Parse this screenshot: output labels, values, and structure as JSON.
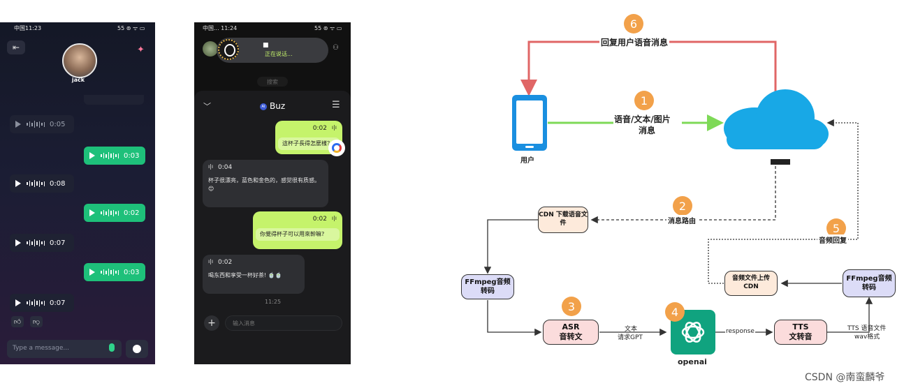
{
  "phone1": {
    "status_time": "中国11:23",
    "status_right": "55 ⊚ ᯤ ▭",
    "contact_name": "jack",
    "messages": [
      {
        "side": "left",
        "duration": "0:05",
        "dim": true
      },
      {
        "side": "right",
        "duration": "0:03"
      },
      {
        "side": "left",
        "duration": "0:08"
      },
      {
        "side": "right",
        "duration": "0:02"
      },
      {
        "side": "left",
        "duration": "0:07"
      },
      {
        "side": "right",
        "duration": "0:03"
      },
      {
        "side": "left",
        "duration": "0:07"
      }
    ],
    "input_placeholder": "Type a message..."
  },
  "phone2": {
    "status_time": "中国... 11:24",
    "status_right": "55 ⊚ ᯤ ▭",
    "speaking_text": "正在说话...",
    "search_text": "搜索",
    "title": "Buz",
    "ai_badge": "AI",
    "messages": [
      {
        "side": "right",
        "duration": "0:02",
        "text": "這杯子長得怎麼樣？"
      },
      {
        "side": "left",
        "duration": "0:04",
        "text": "杯子很漂亮，蓝色和金色的，感觉很有质感。😊"
      },
      {
        "side": "right",
        "duration": "0:02",
        "text": "你覺得杯子可以用來幹嘛?"
      },
      {
        "side": "left",
        "duration": "0:02",
        "text": "喝东西和享受一杯好茶! 🍵🍵"
      }
    ],
    "timestamp": "11:25",
    "input_placeholder": "输入消息"
  },
  "diagram": {
    "user_label": "用户",
    "step1_label_line1": "语音/文本/图片",
    "step1_label_line2": "消息",
    "step2_label": "消息路由",
    "step5_label": "音频回复",
    "step6_label": "回复用户语音消息",
    "cdn_download": "CDN 下载语音文件",
    "ffmpeg_left": "FFmpeg音频转码",
    "asr_line1": "ASR",
    "asr_line2": "音转文",
    "to_gpt_line1": "文本",
    "to_gpt_line2": "请求GPT",
    "openai_label": "openai",
    "response_label": "response",
    "tts_line1": "TTS",
    "tts_line2": "文转音",
    "tts_out_line1": "TTS 语音文件",
    "tts_out_line2": "wav格式",
    "ffmpeg_right": "FFmpeg音频转码",
    "upload_cdn": "音频文件上传CDN",
    "numbers": [
      "1",
      "2",
      "3",
      "4",
      "5",
      "6"
    ]
  },
  "watermark": "CSDN @南蛮麟爷",
  "colors": {
    "green_bubble": "#1ec07a",
    "lime_bubble": "#c5f36b",
    "red_arrow": "#e06666",
    "green_arrow": "#7ed957",
    "orange_badge": "#f2a14a",
    "cloud_blue": "#18a8e6",
    "openai_green": "#10a37f"
  }
}
